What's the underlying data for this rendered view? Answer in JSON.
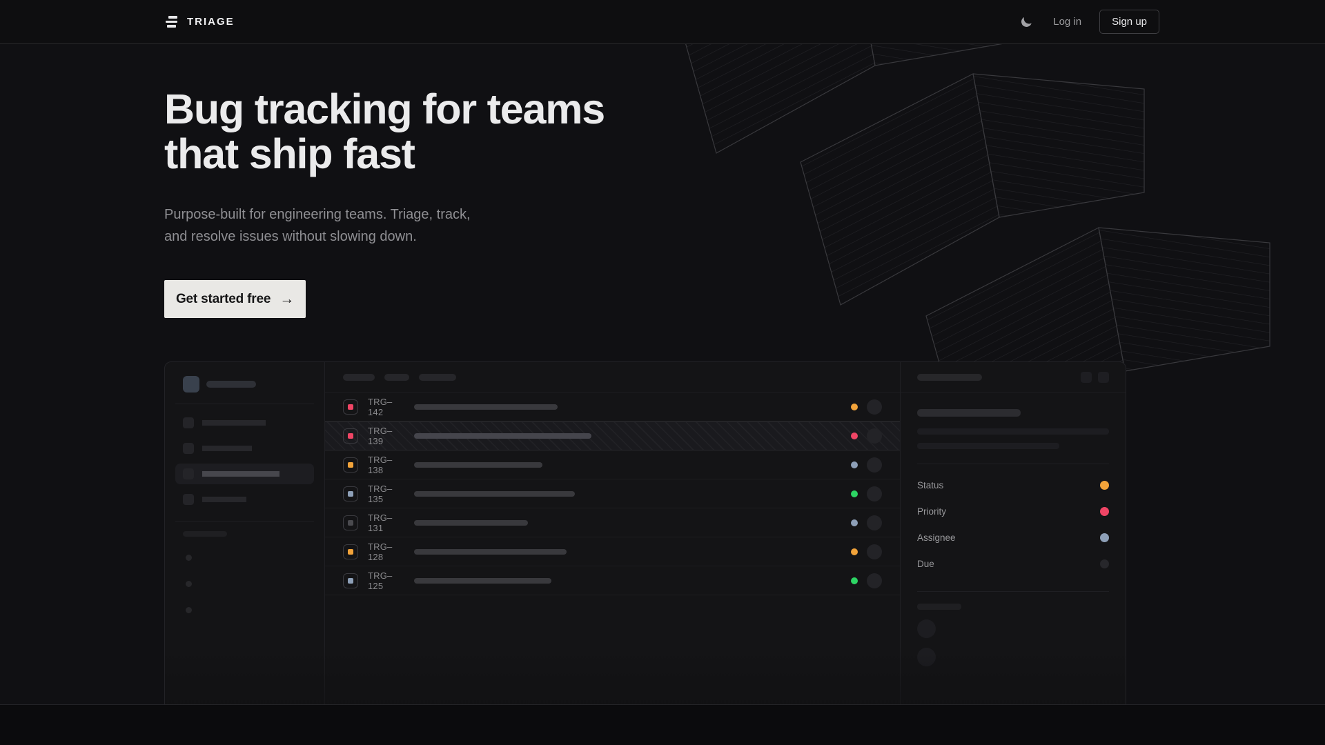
{
  "nav": {
    "brand": "TRIAGE",
    "theme_icon": "moon-icon",
    "login_label": "Log in",
    "signup_label": "Sign up"
  },
  "hero": {
    "title_line1": "Bug tracking for teams",
    "title_line2": "that ship fast",
    "subtitle": "Purpose-built for engineering teams. Triage, track, and resolve issues without slowing down.",
    "cta_label": "Get started free",
    "cta_icon": "arrow-right-icon",
    "cta_arrow": "→"
  },
  "mockup": {
    "issues": [
      {
        "id": "TRG–142",
        "icon_color": "#ef4565",
        "status_color": "#f2a33a",
        "title_width": 208,
        "selected": false
      },
      {
        "id": "TRG–139",
        "icon_color": "#ef4565",
        "status_color": "#ef4565",
        "title_width": 257,
        "selected": true
      },
      {
        "id": "TRG–138",
        "icon_color": "#f2a33a",
        "status_color": "#8ea0b8",
        "title_width": 186,
        "selected": false
      },
      {
        "id": "TRG–135",
        "icon_color": "#8ea0b8",
        "status_color": "#2dd564",
        "title_width": 233,
        "selected": false
      },
      {
        "id": "TRG–131",
        "icon_color": "#4a4a4e",
        "status_color": "#8ea0b8",
        "title_width": 165,
        "selected": false
      },
      {
        "id": "TRG–128",
        "icon_color": "#f2a33a",
        "status_color": "#f2a33a",
        "title_width": 221,
        "selected": false
      },
      {
        "id": "TRG–125",
        "icon_color": "#8ea0b8",
        "status_color": "#2dd564",
        "title_width": 199,
        "selected": false
      }
    ],
    "detail_fields": [
      {
        "label": "Status",
        "dot_color": "#f2a33a"
      },
      {
        "label": "Priority",
        "dot_color": "#ef4565"
      },
      {
        "label": "Assignee",
        "dot_color": "#8ea0b8"
      },
      {
        "label": "Due",
        "dot_color": "#27272b"
      }
    ]
  },
  "colors": {
    "background": "#101013",
    "card_background": "#141416",
    "amber": "#f2a33a",
    "pink": "#ef4565",
    "green": "#2dd564",
    "slate": "#8ea0b8",
    "cta_background": "#e9e8e5"
  }
}
